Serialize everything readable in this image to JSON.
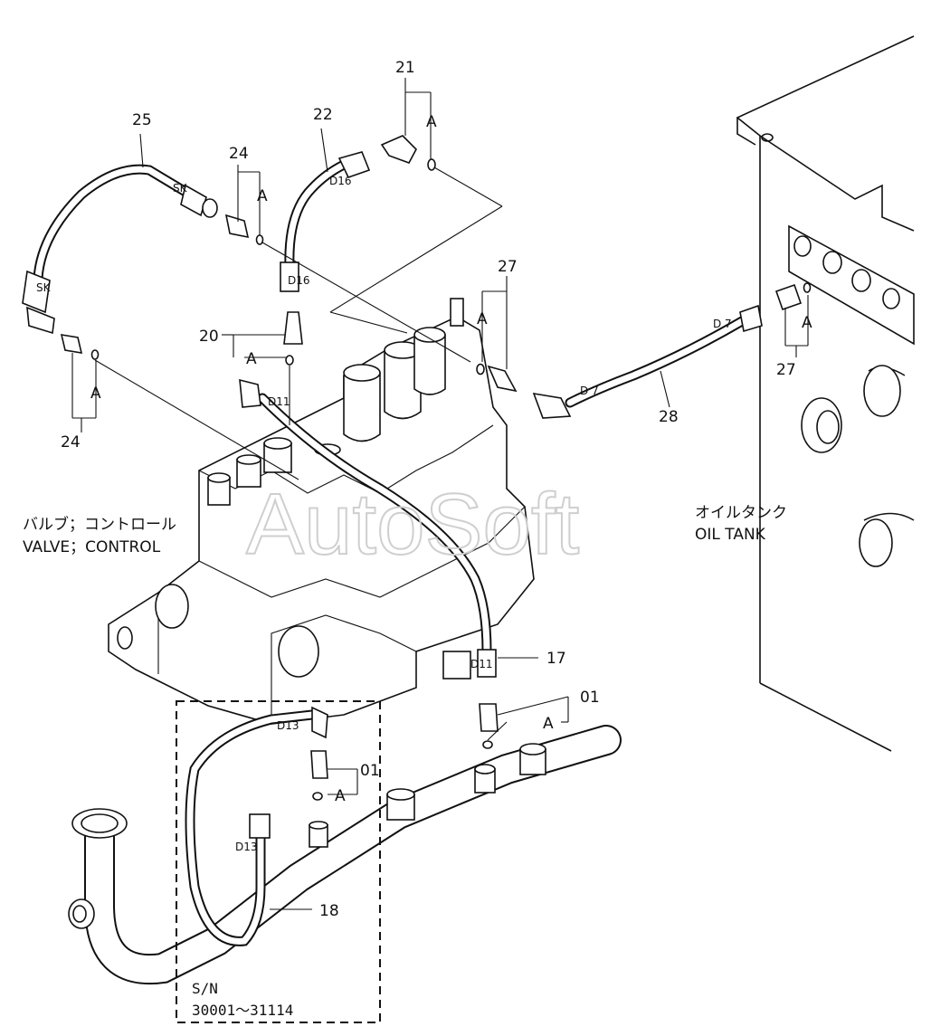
{
  "watermark": "AutoSoft",
  "components": {
    "valve_jp": "バルブ；コントロール",
    "valve_en": "VALVE；CONTROL",
    "tank_jp": "オイルタンク",
    "tank_en": "OIL TANK"
  },
  "serial_note": {
    "line1": "S/N",
    "line2": "30001～31114"
  },
  "callouts": {
    "p25": "25",
    "p24a": "24",
    "p22": "22",
    "p21": "21",
    "p27a": "27",
    "p20": "20",
    "p24b": "24",
    "p27b": "27",
    "p28": "28",
    "p17": "17",
    "p01a": "01",
    "p01b": "01",
    "p18": "18"
  },
  "group_mark": "A",
  "fitting_marks": {
    "sk": "SK",
    "d16": "D16",
    "d11": "D11",
    "d7": "D 7",
    "d13": "D13"
  }
}
